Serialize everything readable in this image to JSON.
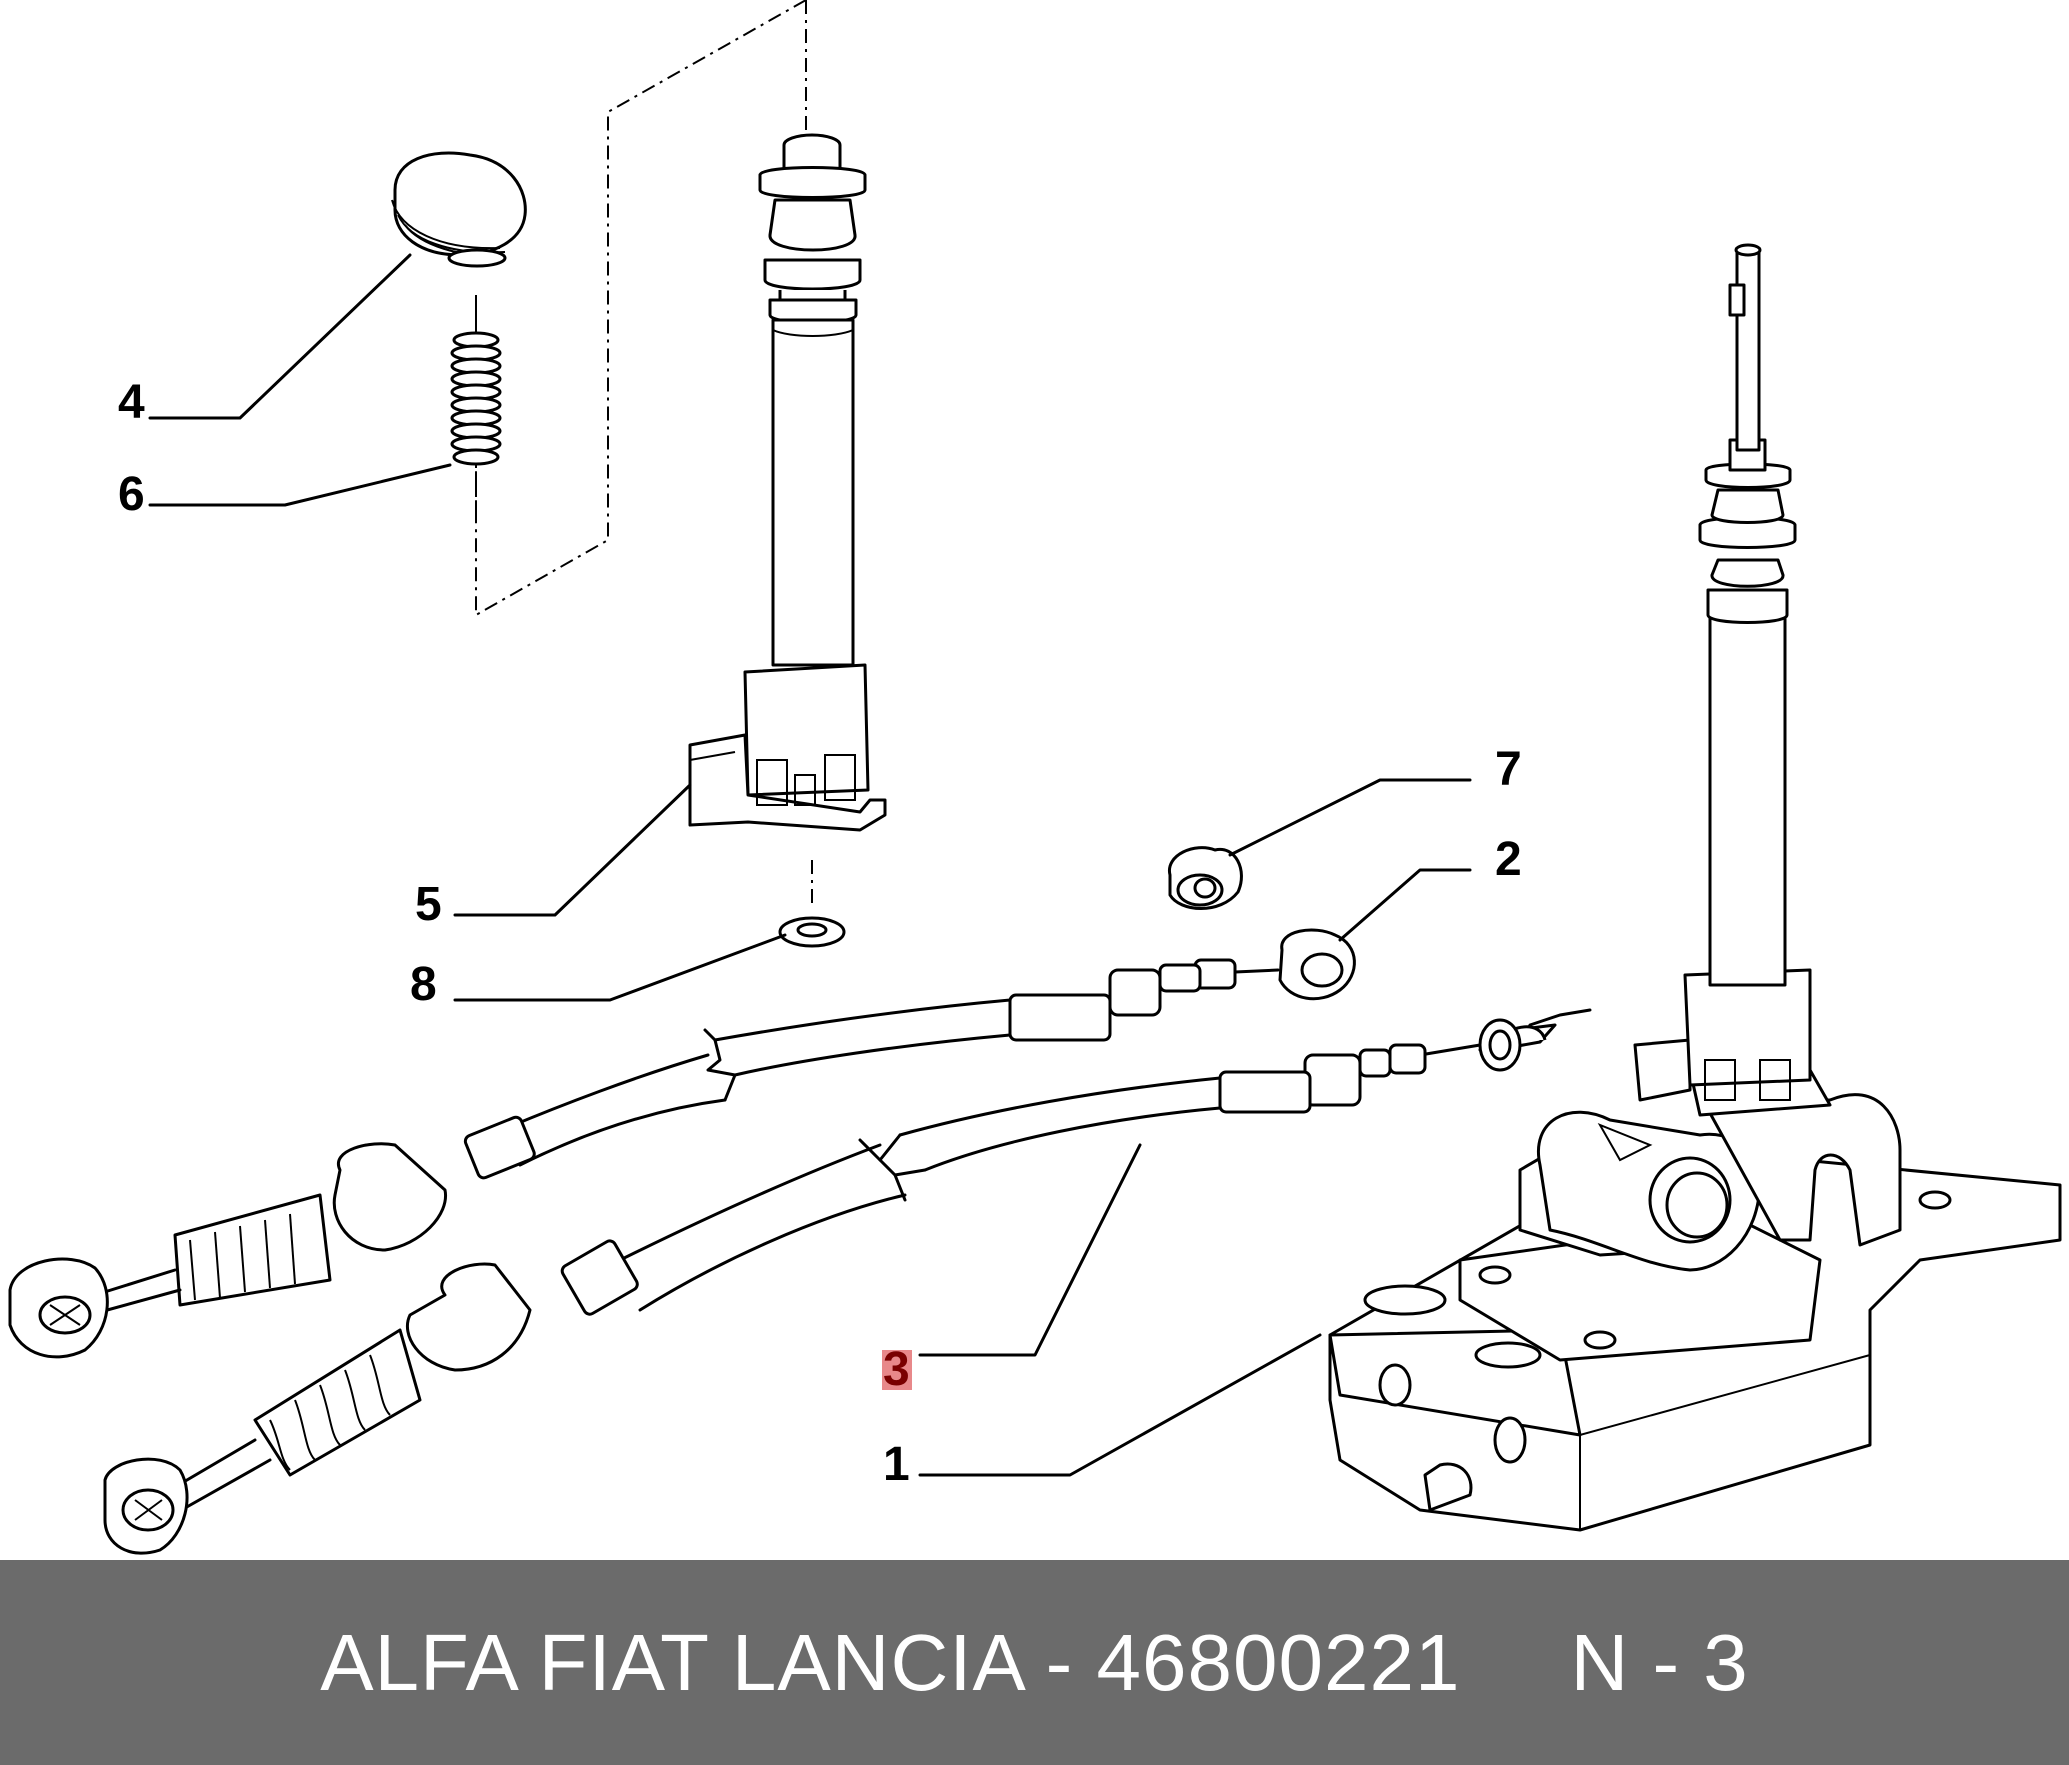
{
  "diagram": {
    "callouts": [
      {
        "id": "4",
        "label": "4"
      },
      {
        "id": "6",
        "label": "6"
      },
      {
        "id": "5",
        "label": "5"
      },
      {
        "id": "8",
        "label": "8"
      },
      {
        "id": "7",
        "label": "7"
      },
      {
        "id": "2",
        "label": "2"
      },
      {
        "id": "3",
        "label": "3",
        "highlighted": true
      },
      {
        "id": "1",
        "label": "1"
      }
    ],
    "highlight_color": "#e8888a"
  },
  "footer": {
    "title": "ALFA FIAT LANCIA - 46800221",
    "code": "N - 3",
    "background": "#6b6b6b",
    "text_color": "#ffffff"
  }
}
